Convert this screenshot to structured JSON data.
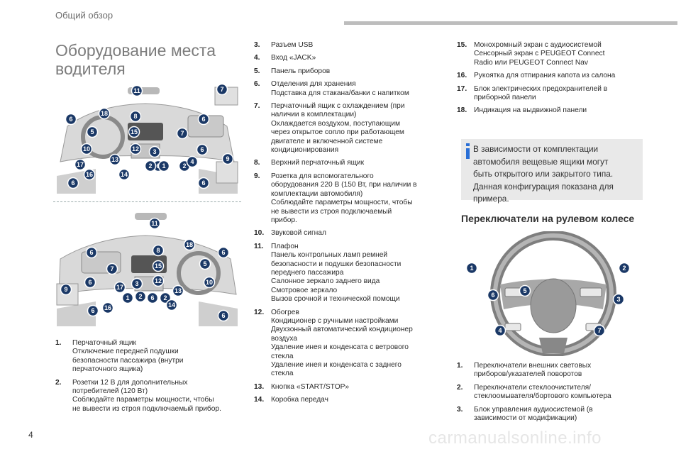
{
  "header": {
    "section": "Общий обзор"
  },
  "page_title": "Оборудование места водителя",
  "page_title_lines": [
    "Оборудование места",
    "водителя"
  ],
  "left_list": [
    {
      "num": "1.",
      "lines": [
        "Перчаточный ящик",
        "Отключение передней подушки",
        "безопасности пассажира (внутри",
        "перчаточного ящика)"
      ]
    },
    {
      "num": "2.",
      "lines": [
        "Розетки 12 В для дополнительных",
        "потребителей (120 Вт)",
        "Соблюдайте параметры мощности, чтобы",
        "не вывести из строя подключаемый прибор."
      ]
    }
  ],
  "middle_list": [
    {
      "num": "3.",
      "lines": [
        "Разъем USB"
      ]
    },
    {
      "num": "4.",
      "lines": [
        "Вход «JACK»"
      ]
    },
    {
      "num": "5.",
      "lines": [
        "Панель приборов"
      ]
    },
    {
      "num": "6.",
      "lines": [
        "Отделения для хранения",
        "Подставка для стакана/банки с напитком"
      ]
    },
    {
      "num": "7.",
      "lines": [
        "Перчаточный ящик с охлаждением (при",
        "наличии в комплектации)",
        "Охлаждается воздухом, поступающим",
        "через открытое сопло при работающем",
        "двигателе и включенной системе",
        "кондиционирования"
      ]
    },
    {
      "num": "8.",
      "lines": [
        "Верхний перчаточный ящик"
      ]
    },
    {
      "num": "9.",
      "lines": [
        "Розетка для вспомогательного",
        "оборудования 220 В (150 Вт, при наличии в",
        "комплектации автомобиля)",
        "Соблюдайте параметры мощности, чтобы",
        "не вывести из строя подключаемый",
        "прибор."
      ]
    },
    {
      "num": "10.",
      "lines": [
        "Звуковой сигнал"
      ]
    },
    {
      "num": "11.",
      "lines": [
        "Плафон",
        "Панель контрольных ламп ремней",
        "безопасности и подушки безопасности",
        "переднего пассажира",
        "Салонное зеркало заднего вида",
        "Смотровое зеркало",
        "Вызов срочной и технической помощи"
      ]
    },
    {
      "num": "12.",
      "lines": [
        "Обогрев",
        "Кондиционер с ручными настройками",
        "Двухзонный автоматический кондиционер",
        "воздуха",
        "Удаление инея и конденсата с ветрового",
        "стекла",
        "Удаление инея и конденсата с заднего",
        "стекла"
      ]
    },
    {
      "num": "13.",
      "lines": [
        "Кнопка «START/STOP»"
      ]
    },
    {
      "num": "14.",
      "lines": [
        "Коробка передач"
      ]
    }
  ],
  "right_list": [
    {
      "num": "15.",
      "lines": [
        "Монохромный экран с аудиосистемой",
        "Сенсорный экран с PEUGEOT Connect",
        "Radio или PEUGEOT Connect Nav"
      ]
    },
    {
      "num": "16.",
      "lines": [
        "Рукоятка для отпирания капота из салона"
      ]
    },
    {
      "num": "17.",
      "lines": [
        "Блок электрических предохранителей в",
        "приборной панели"
      ]
    },
    {
      "num": "18.",
      "lines": [
        "Индикация на выдвижной панели"
      ]
    }
  ],
  "info_box": {
    "icon": "info-icon",
    "lines": [
      "В зависимости от комплектации",
      "автомобиля вещевые ящики могут",
      "быть открытого или закрытого типа.",
      "Данная конфигурация показана для",
      "примера."
    ]
  },
  "section_title": "Переключатели на рулевом колесе",
  "wheel_list": [
    {
      "num": "1.",
      "lines": [
        "Переключатели внешних световых",
        "приборов/указателей поворотов"
      ]
    },
    {
      "num": "2.",
      "lines": [
        "Переключатели стеклоочистителя/",
        "стеклоомывателя/бортового компьютера"
      ]
    },
    {
      "num": "3.",
      "lines": [
        "Блок управления аудиосистемой (в",
        "зависимости от модификации)"
      ]
    }
  ],
  "figure1_badges": [
    "11",
    "7",
    "6",
    "18",
    "8",
    "6",
    "5",
    "15",
    "7",
    "10",
    "12",
    "6",
    "9",
    "13",
    "3",
    "6",
    "2",
    "1",
    "2",
    "4",
    "17",
    "16",
    "14",
    "6",
    "6"
  ],
  "figure2_badges": [
    "11",
    "18",
    "6",
    "8",
    "6",
    "7",
    "15",
    "5",
    "6",
    "3",
    "9",
    "17",
    "12",
    "10",
    "13",
    "2",
    "6",
    "1",
    "2",
    "14",
    "16",
    "6",
    "6"
  ],
  "wheel_badges": [
    "1",
    "2",
    "6",
    "5",
    "3",
    "4",
    "7"
  ],
  "colors": {
    "badge": "#1a3866",
    "accent": "#2a6fd6",
    "info_bg": "#e9e9e9",
    "header_bar": "#bdbdbd"
  },
  "footer": {
    "page_number": "4",
    "watermark": "carmanualsonline.info"
  }
}
